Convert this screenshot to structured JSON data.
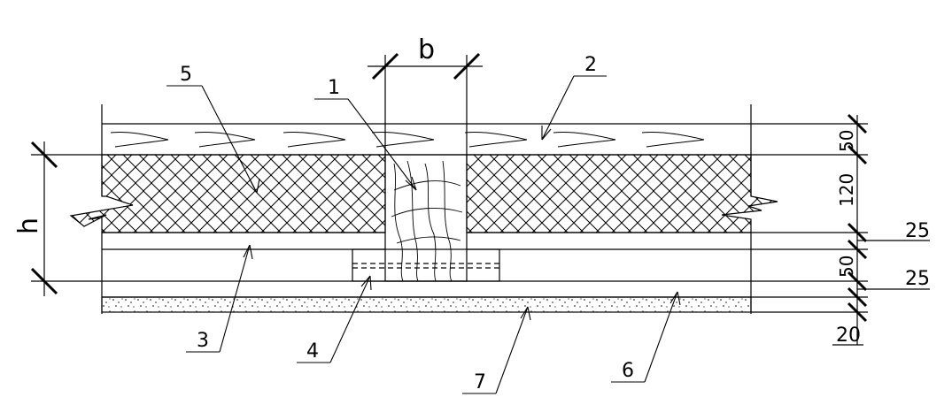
{
  "colors": {
    "line": "#000000",
    "background": "#ffffff"
  },
  "symbols": {
    "width": "b",
    "height": "h"
  },
  "callouts": {
    "joist": "1",
    "top_boards": "2",
    "lower_boards": "3",
    "batten": "4",
    "infill": "5",
    "ceiling_boards": "6",
    "plaster": "7"
  },
  "dimensions": {
    "top_layer": "50",
    "infill_layer": "120",
    "board_layer_upper": "25",
    "batten_layer": "50",
    "board_layer_lower": "25",
    "plaster_layer": "20"
  }
}
